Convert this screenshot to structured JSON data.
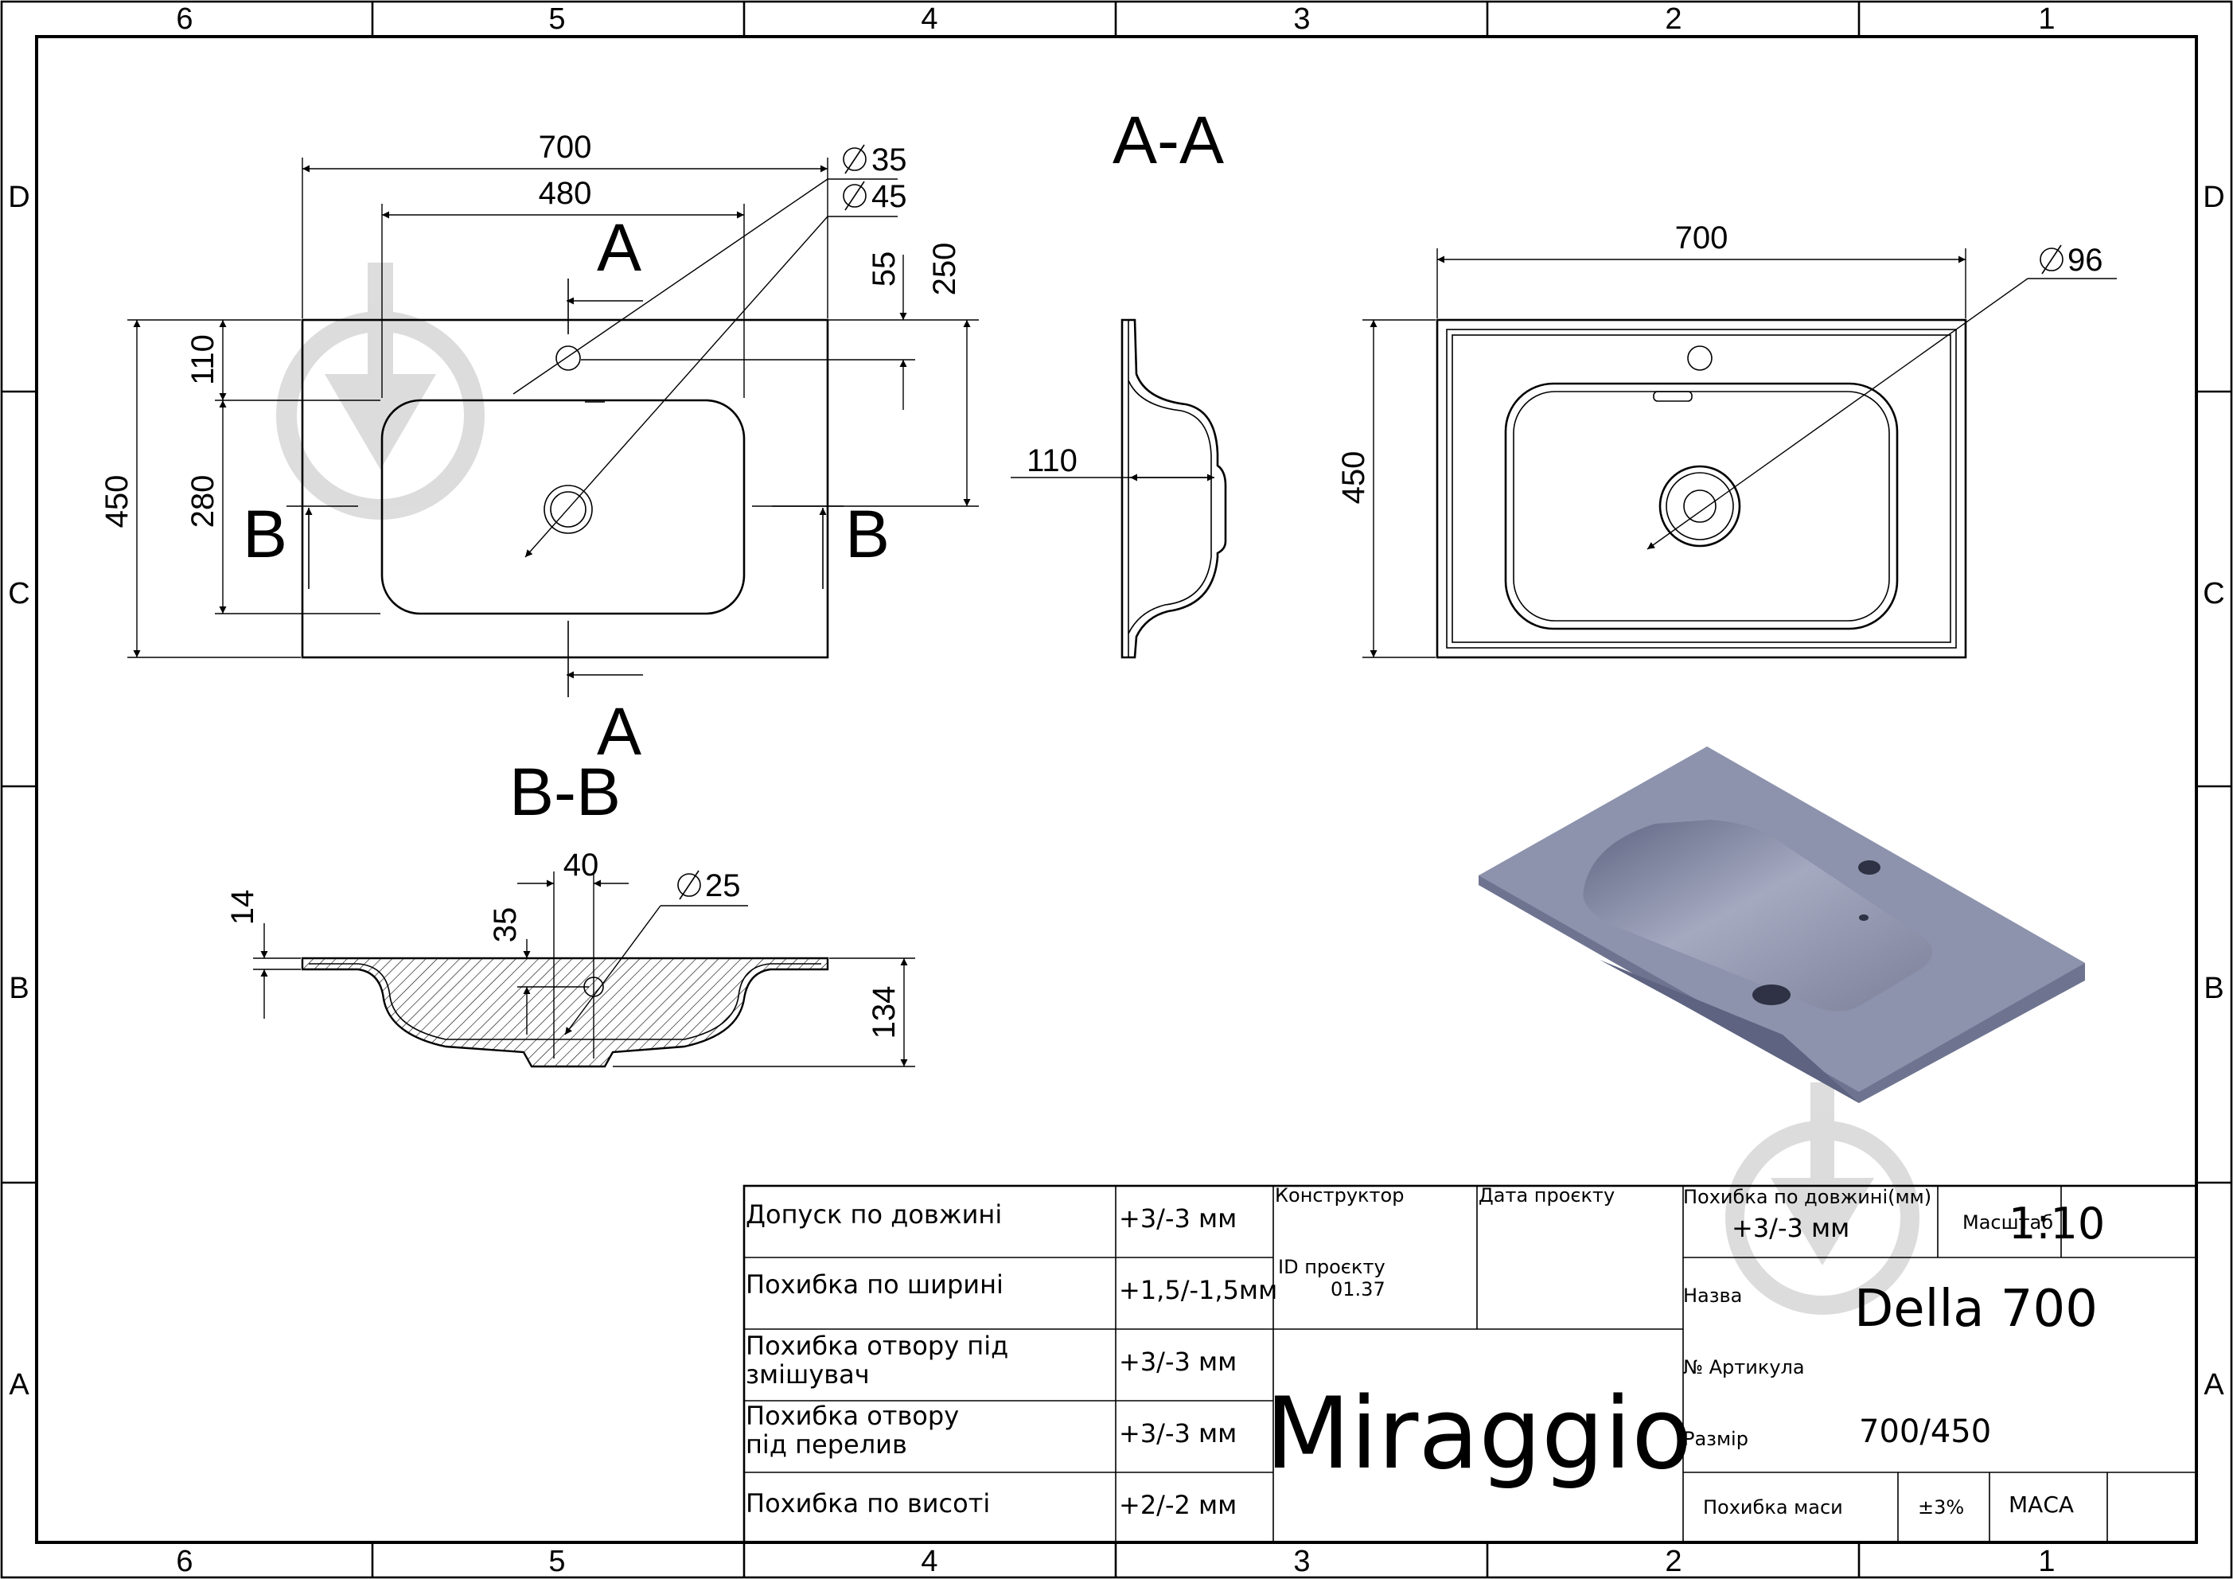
{
  "frame": {
    "columns": [
      "6",
      "5",
      "4",
      "3",
      "2",
      "1"
    ],
    "rows": [
      "D",
      "C",
      "B",
      "A"
    ]
  },
  "section_labels": {
    "aa": "A-A",
    "bb": "B-B"
  },
  "cut_letters": {
    "a": "A",
    "b": "B"
  },
  "dims": {
    "width_700": "700",
    "bowl_480": "480",
    "d35": "35",
    "d45": "45",
    "d96": "96",
    "d25": "25",
    "h55": "55",
    "h250": "250",
    "h110": "110",
    "h450": "450",
    "h280": "280",
    "side_110": "110",
    "w40": "40",
    "h14": "14",
    "h35": "35",
    "h134": "134"
  },
  "title_block": {
    "rows": [
      {
        "label": "Допуск по довжині",
        "value": "+3/-3 мм"
      },
      {
        "label": "Похибка по ширині",
        "value": "+1,5/-1,5мм"
      },
      {
        "label": "Похибка отвору під змішувач",
        "label_l1": "Похибка отвору під",
        "label_l2": "змішувач",
        "value": "+3/-3 мм"
      },
      {
        "label": "Похибка отвору під перелив",
        "label_l1": "Похибка отвору",
        "label_l2": "під перелив",
        "value": "+3/-3 мм"
      },
      {
        "label": "Похибка по висоті",
        "value": "+2/-2 мм"
      }
    ],
    "designer_label": "Конструктор",
    "date_label": "Дата проєкту",
    "project_id_label": "ID проєкту",
    "project_id": "01.37",
    "brand": "Miraggio",
    "length_tol_label": "Похибка по довжині(мм)",
    "length_tol_value": "+3/-3 мм",
    "scale_label": "Масштаб",
    "scale_value": "1:10",
    "name_label": "Назва",
    "name_value": "Della 700",
    "article_label": "№ Артикула",
    "size_label": "Размір",
    "size_value": "700/450",
    "mass_tol_label": "Похибка маси",
    "mass_tol_value": "±3%",
    "mass_label": "МАСА"
  },
  "colors": {
    "line": "#000000",
    "sink_3d": "#8d93ad",
    "sink_3d_dark": "#6e7490",
    "watermark": "#d8d8d8"
  }
}
